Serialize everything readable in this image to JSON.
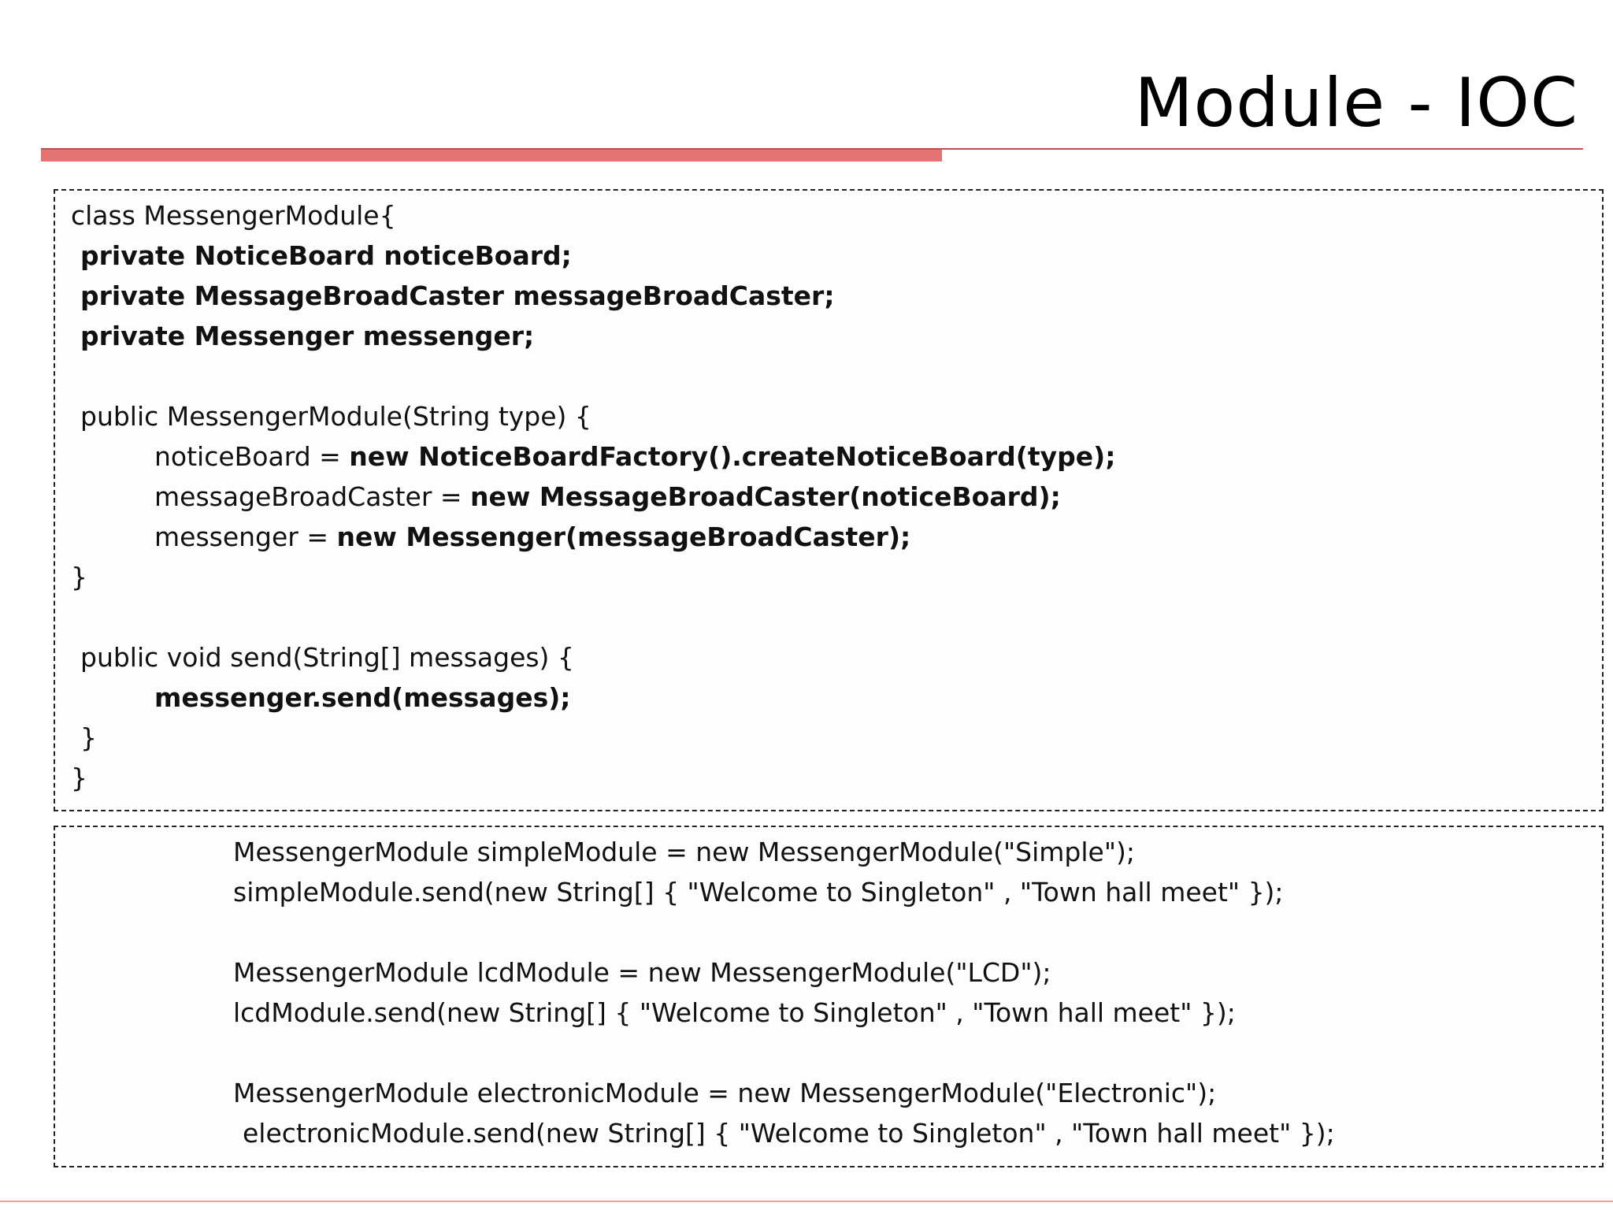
{
  "slide": {
    "title": "Module - IOC",
    "accent_color": "#e57373"
  },
  "class_code": {
    "l1": "class MessengerModule{",
    "l2": "private NoticeBoard noticeBoard;",
    "l3": "private MessageBroadCaster messageBroadCaster;",
    "l4": "private Messenger messenger;",
    "l5": "public MessengerModule(String type) {",
    "l6a": "noticeBoard = ",
    "l6b": "new NoticeBoardFactory().createNoticeBoard(type);",
    "l7a": "messageBroadCaster = ",
    "l7b": "new MessageBroadCaster(noticeBoard);",
    "l8a": "messenger = ",
    "l8b": "new Messenger(messageBroadCaster);",
    "l9": "}",
    "l10": "public void send(String[] messages) {",
    "l11": "messenger.send(messages);",
    "l12": "}",
    "l13": "}"
  },
  "usage_code": {
    "u1": "MessengerModule simpleModule = new MessengerModule(\"Simple\");",
    "u2": "simpleModule.send(new String[] { \"Welcome to Singleton\" , \"Town hall meet\" });",
    "u3": "MessengerModule lcdModule = new MessengerModule(\"LCD\");",
    "u4": "lcdModule.send(new String[] { \"Welcome to Singleton\" , \"Town hall meet\" });",
    "u5": "MessengerModule electronicModule = new MessengerModule(\"Electronic\");",
    "u6": "electronicModule.send(new String[] { \"Welcome to Singleton\" , \"Town hall meet\" });"
  }
}
